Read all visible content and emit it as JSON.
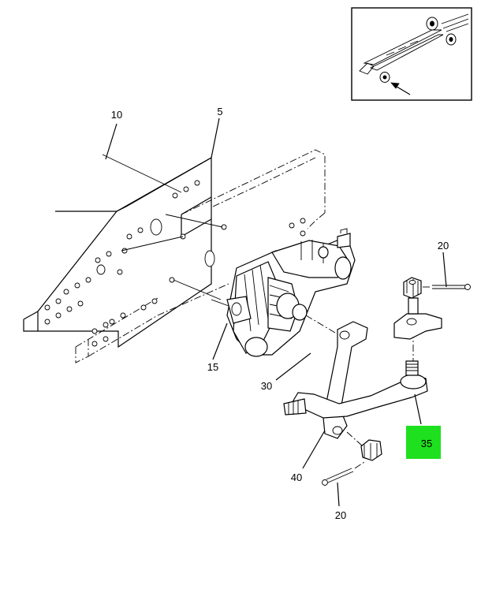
{
  "labels": {
    "frame_rail": "10",
    "bracket": "5",
    "cotter_pin_top": "20",
    "steering_gear": "15",
    "pitman_arm": "30",
    "highlighted_part": "35",
    "drag_link": "40",
    "cotter_pin_bottom": "20"
  },
  "colors": {
    "highlight": "#1ee01e",
    "line": "#000000",
    "background": "#ffffff"
  }
}
